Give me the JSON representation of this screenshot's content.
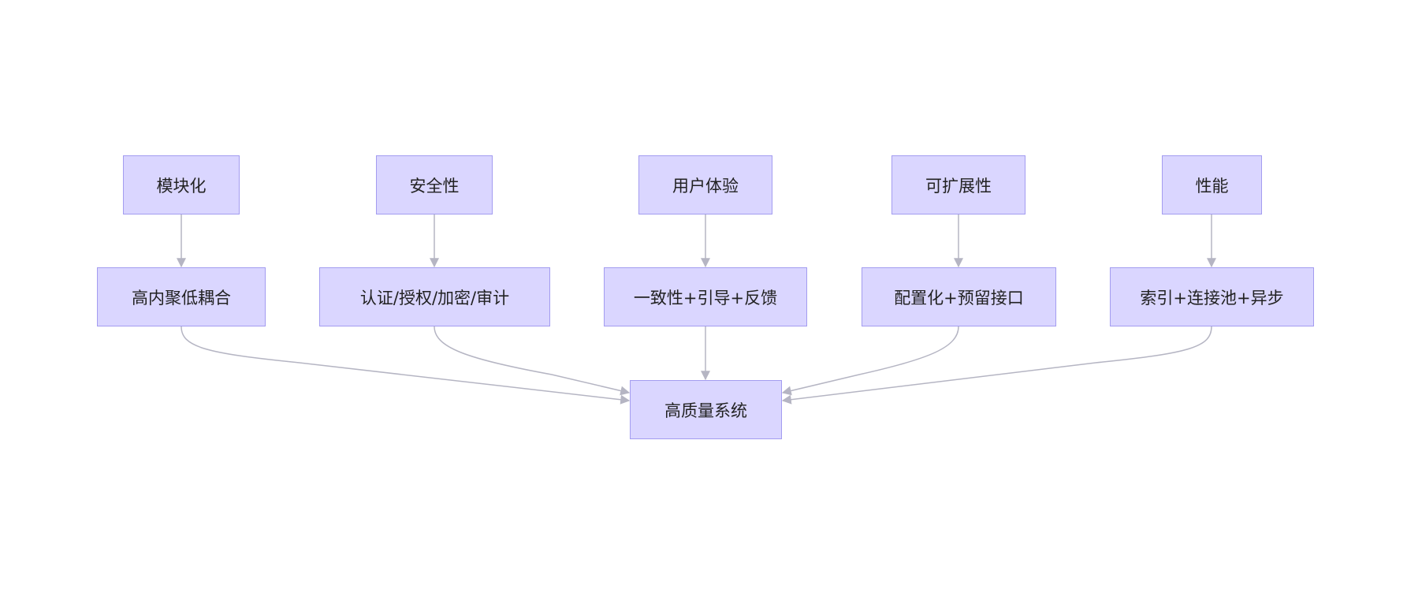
{
  "nodes": {
    "modular": "模块化",
    "security": "安全性",
    "ux": "用户体验",
    "scalability": "可扩展性",
    "performance": "性能",
    "cohesion": "高内聚低耦合",
    "auth": "认证/授权/加密/审计",
    "consistency": "一致性+引导+反馈",
    "config": "配置化+预留接口",
    "index": "索引+连接池+异步",
    "system": "高质量系统"
  },
  "edges": [
    {
      "from": "modular",
      "to": "cohesion"
    },
    {
      "from": "security",
      "to": "auth"
    },
    {
      "from": "ux",
      "to": "consistency"
    },
    {
      "from": "scalability",
      "to": "config"
    },
    {
      "from": "performance",
      "to": "index"
    },
    {
      "from": "cohesion",
      "to": "system"
    },
    {
      "from": "auth",
      "to": "system"
    },
    {
      "from": "consistency",
      "to": "system"
    },
    {
      "from": "config",
      "to": "system"
    },
    {
      "from": "index",
      "to": "system"
    }
  ],
  "colors": {
    "node_fill": "#dad6ff",
    "node_border": "#a39cf0",
    "edge": "#b5b5c3",
    "text": "#222222"
  }
}
